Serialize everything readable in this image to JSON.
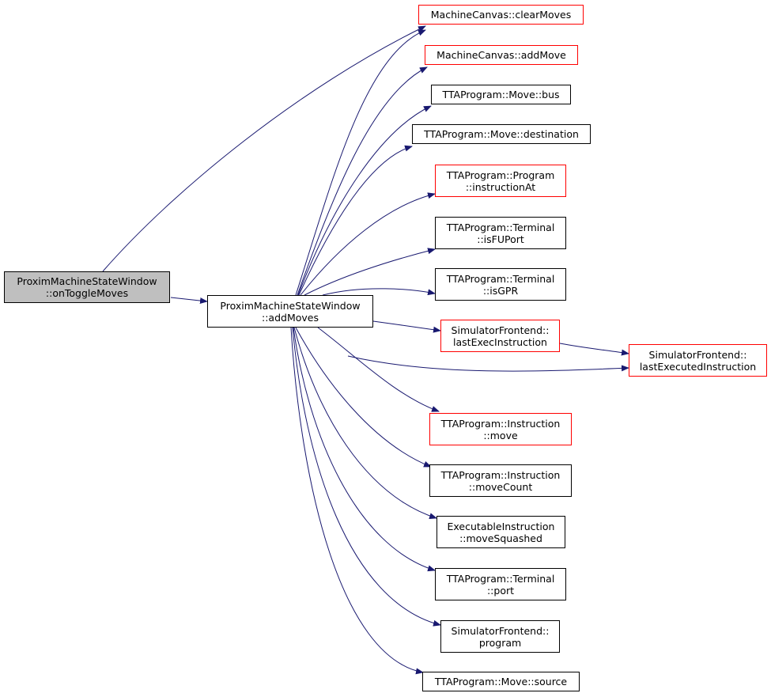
{
  "colors": {
    "edge": "#191970",
    "border_normal": "#000000",
    "border_truncated": "#ff0000",
    "root_fill": "#bfbfbf"
  },
  "nodes": {
    "on_toggle_moves": {
      "line1": "ProximMachineStateWindow",
      "line2": "::onToggleMoves"
    },
    "add_moves": {
      "line1": "ProximMachineStateWindow",
      "line2": "::addMoves"
    },
    "clear_moves": {
      "line1": "MachineCanvas::clearMoves"
    },
    "add_move": {
      "line1": "MachineCanvas::addMove"
    },
    "move_bus": {
      "line1": "TTAProgram::Move::bus"
    },
    "move_destination": {
      "line1": "TTAProgram::Move::destination"
    },
    "instruction_at": {
      "line1": "TTAProgram::Program",
      "line2": "::instructionAt"
    },
    "is_fu_port": {
      "line1": "TTAProgram::Terminal",
      "line2": "::isFUPort"
    },
    "is_gpr": {
      "line1": "TTAProgram::Terminal",
      "line2": "::isGPR"
    },
    "last_exec_instruction": {
      "line1": "SimulatorFrontend::",
      "line2": "lastExecInstruction"
    },
    "last_executed_instruction": {
      "line1": "SimulatorFrontend::",
      "line2": "lastExecutedInstruction"
    },
    "instruction_move": {
      "line1": "TTAProgram::Instruction",
      "line2": "::move"
    },
    "move_count": {
      "line1": "TTAProgram::Instruction",
      "line2": "::moveCount"
    },
    "move_squashed": {
      "line1": "ExecutableInstruction",
      "line2": "::moveSquashed"
    },
    "terminal_port": {
      "line1": "TTAProgram::Terminal",
      "line2": "::port"
    },
    "program": {
      "line1": "SimulatorFrontend::",
      "line2": "program"
    },
    "move_source": {
      "line1": "TTAProgram::Move::source"
    }
  }
}
